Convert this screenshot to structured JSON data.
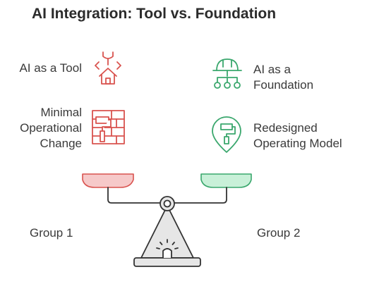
{
  "title": "AI Integration: Tool vs. Foundation",
  "left": {
    "item1": "AI as a Tool",
    "item2_lines": [
      "Minimal",
      "Operational",
      "Change"
    ],
    "group": "Group 1",
    "color": "#d9534f",
    "pan_fill": "#f6c9c9"
  },
  "right": {
    "item1_lines": [
      "AI as a",
      "Foundation"
    ],
    "item2_lines": [
      "Redesigned",
      "Operating Model"
    ],
    "group": "Group 2",
    "color": "#3aa76d",
    "pan_fill": "#c8f0d8"
  },
  "icons": {
    "left_top": "tool-house-icon",
    "left_bottom": "brick-wall-paint-roller-icon",
    "right_top": "hard-hat-hierarchy-icon",
    "right_bottom": "location-pin-paint-roller-icon",
    "center": "balance-scale-icon"
  }
}
